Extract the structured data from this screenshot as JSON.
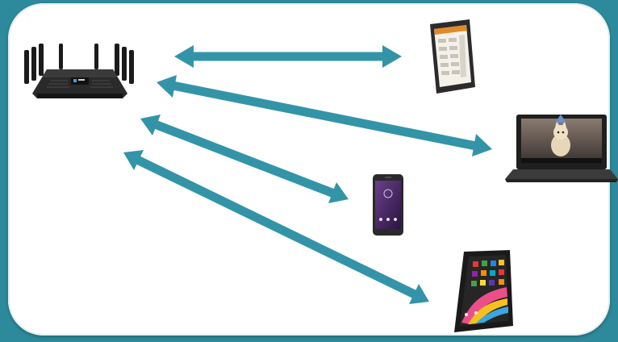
{
  "diagram": {
    "background_color": "#2d8a9c",
    "panel_color": "#ffffff",
    "arrow_color": "#3394a8",
    "hub": {
      "icon": "wifi-router-icon"
    },
    "devices": [
      {
        "icon": "tablet-icon"
      },
      {
        "icon": "laptop-icon"
      },
      {
        "icon": "smartphone-icon"
      },
      {
        "icon": "android-tablet-icon"
      }
    ],
    "connections": [
      {
        "from": "router",
        "to": "tablet",
        "direction": "bidirectional"
      },
      {
        "from": "router",
        "to": "laptop",
        "direction": "bidirectional"
      },
      {
        "from": "router",
        "to": "smartphone",
        "direction": "bidirectional"
      },
      {
        "from": "router",
        "to": "android-tablet",
        "direction": "bidirectional"
      }
    ]
  }
}
